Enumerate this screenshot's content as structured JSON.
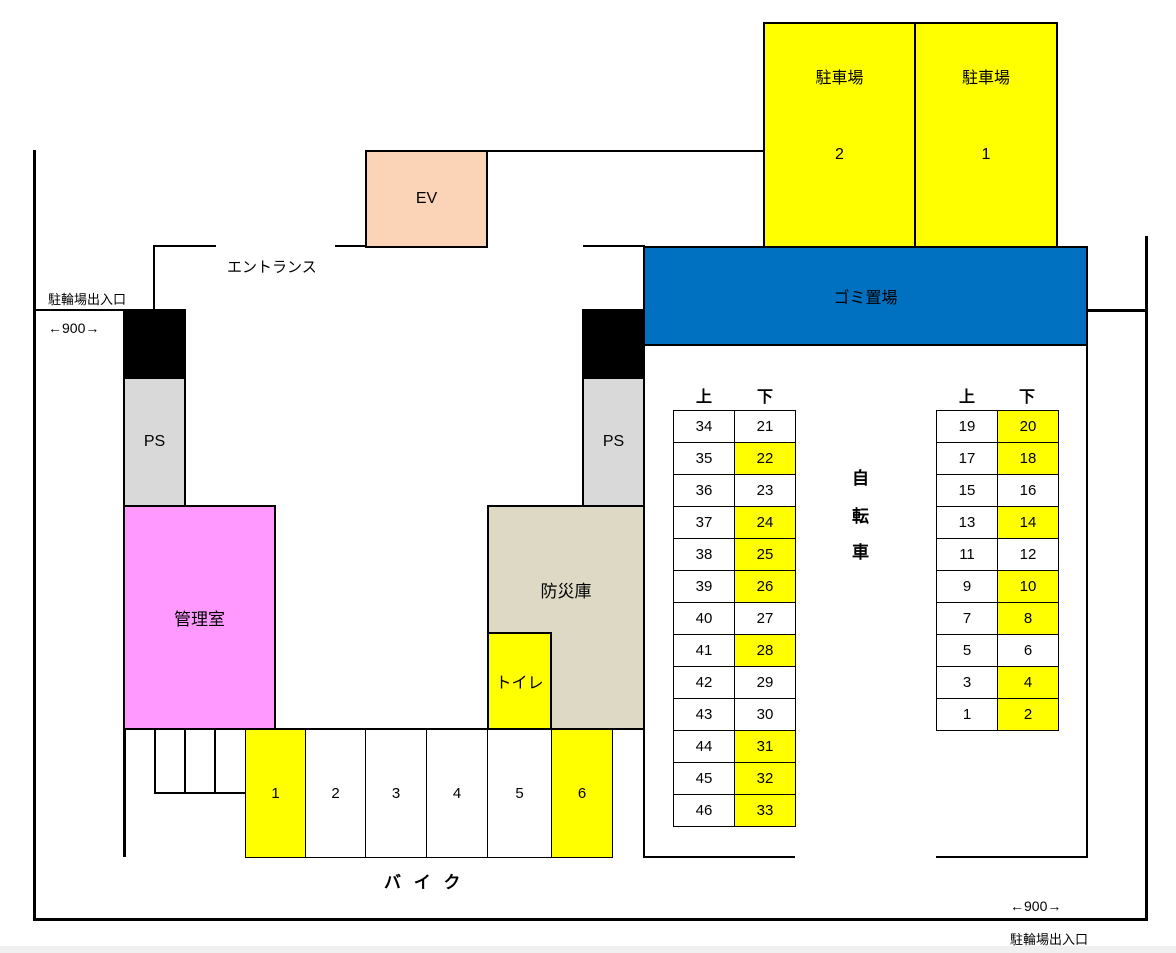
{
  "parking": [
    {
      "title": "駐車場",
      "number": "2"
    },
    {
      "title": "駐車場",
      "number": "1"
    }
  ],
  "ev": "EV",
  "entrance": "エントランス",
  "garbage": "ゴミ置場",
  "bike_entrance_label": "駐輪場出入口",
  "width_marker": "←900→",
  "ps": "PS",
  "management": "管理室",
  "disaster": "防災庫",
  "toilet": "トイレ",
  "bicycle": [
    "自",
    "転",
    "車"
  ],
  "motorbike_label": "バ イ ク",
  "motorbike_slots": [
    "1",
    "2",
    "3",
    "4",
    "5",
    "6"
  ],
  "motorbike_highlighted": [
    "1",
    "6"
  ],
  "rack_headers": {
    "upper": "上",
    "lower": "下"
  },
  "left_rack": {
    "upper": [
      "34",
      "35",
      "36",
      "37",
      "38",
      "39",
      "40",
      "41",
      "42",
      "43",
      "44",
      "45",
      "46"
    ],
    "lower": [
      "21",
      "22",
      "23",
      "24",
      "25",
      "26",
      "27",
      "28",
      "29",
      "30",
      "31",
      "32",
      "33"
    ],
    "lower_highlighted": [
      "22",
      "24",
      "25",
      "26",
      "28",
      "31",
      "32",
      "33"
    ]
  },
  "right_rack": {
    "upper": [
      "19",
      "17",
      "15",
      "13",
      "11",
      "9",
      "7",
      "5",
      "3",
      "1"
    ],
    "lower": [
      "20",
      "18",
      "16",
      "14",
      "12",
      "10",
      "8",
      "6",
      "4",
      "2"
    ],
    "lower_highlighted": [
      "20",
      "18",
      "14",
      "10",
      "8",
      "4",
      "2"
    ]
  },
  "colors": {
    "parking": "#ffff00",
    "ev": "#fbd3b6",
    "garbage": "#0070c0",
    "ps": "#d9d9d9",
    "management": "#ff99ff",
    "disaster": "#ddd9c4",
    "highlight": "#ffff00"
  }
}
